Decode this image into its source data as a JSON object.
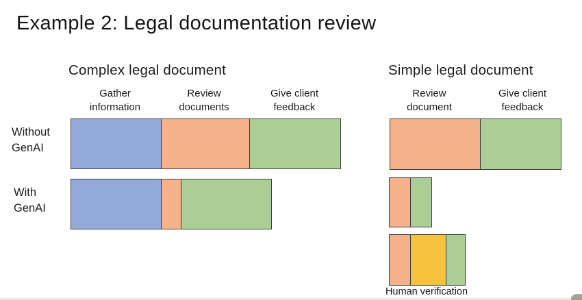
{
  "title": "Example 2: Legal documentation review",
  "colors": {
    "blue": "#93A9D9",
    "orange": "#F5B28A",
    "green": "#ABCD96",
    "yellow": "#F8C33C",
    "outline": "#3D3D3D"
  },
  "chart_data": {
    "type": "bar",
    "note": "segment widths are proportional time spent per task (pixels)",
    "panels": [
      {
        "title": "Complex legal document",
        "columns": [
          "Gather information",
          "Review documents",
          "Give client feedback"
        ],
        "rows": [
          {
            "label": "Without GenAI",
            "segments": [
              {
                "task": "Gather information",
                "color": "blue",
                "width": 131
              },
              {
                "task": "Review documents",
                "color": "orange",
                "width": 129
              },
              {
                "task": "Give client feedback",
                "color": "green",
                "width": 133
              }
            ]
          },
          {
            "label": "With GenAI",
            "segments": [
              {
                "task": "Gather information",
                "color": "blue",
                "width": 131
              },
              {
                "task": "Review documents",
                "color": "orange",
                "width": 29
              },
              {
                "task": "Give client feedback",
                "color": "green",
                "width": 132
              }
            ]
          }
        ]
      },
      {
        "title": "Simple legal document",
        "columns": [
          "Review document",
          "Give client feedback"
        ],
        "rows": [
          {
            "label": "",
            "segments": [
              {
                "task": "Review document",
                "color": "orange",
                "width": 131
              },
              {
                "task": "Give client feedback",
                "color": "green",
                "width": 118
              }
            ]
          },
          {
            "label": "",
            "segments": [
              {
                "task": "Review document",
                "color": "orange",
                "width": 30
              },
              {
                "task": "Give client feedback",
                "color": "green",
                "width": 31
              }
            ]
          },
          {
            "label": "",
            "annotation": "Human verification",
            "segments": [
              {
                "task": "Review document",
                "color": "orange",
                "width": 30
              },
              {
                "task": "Human verification",
                "color": "yellow",
                "width": 52
              },
              {
                "task": "Give client feedback",
                "color": "green",
                "width": 28
              }
            ]
          }
        ]
      }
    ]
  }
}
